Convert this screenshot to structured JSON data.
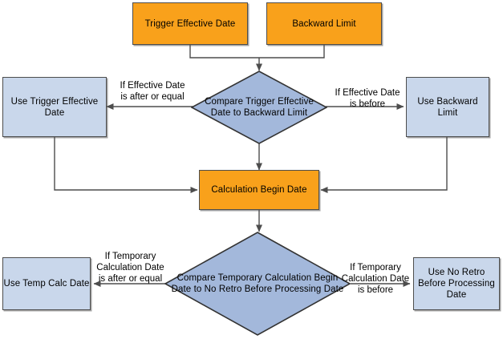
{
  "diagram": {
    "title": "Calculation Begin Date determination flow",
    "background_color": "#ffffff",
    "colors": {
      "orange_fill": "#F9A11B",
      "blue_fill": "#C9D7EB",
      "diamond_fill": "#A3B8DB",
      "border": "#4d4d4d",
      "line": "#4d4d4d",
      "text": "#000000"
    },
    "nodes": {
      "trigger_effective_date": "Trigger Effective Date",
      "backward_limit": "Backward Limit",
      "compare_trigger": "Compare Trigger Effective Date to Backward Limit",
      "use_trigger_effective_date": "Use Trigger Effective Date",
      "use_backward_limit": "Use Backward Limit",
      "calculation_begin_date": "Calculation Begin Date",
      "compare_temporary": "Compare Temporary Calculation Begin Date to No Retro Before Processing Date",
      "use_temp_calc_date": "Use Temp Calc Date",
      "use_no_retro_before_processing_date": "Use No Retro Before Processing Date"
    },
    "edge_labels": {
      "effective_after_or_equal": "If Effective Date is after or equal",
      "effective_before": "If Effective Date is before",
      "temporary_after_or_equal": "If Temporary Calculation Date is after or equal",
      "temporary_before": "If Temporary Calculation Date is before"
    }
  }
}
